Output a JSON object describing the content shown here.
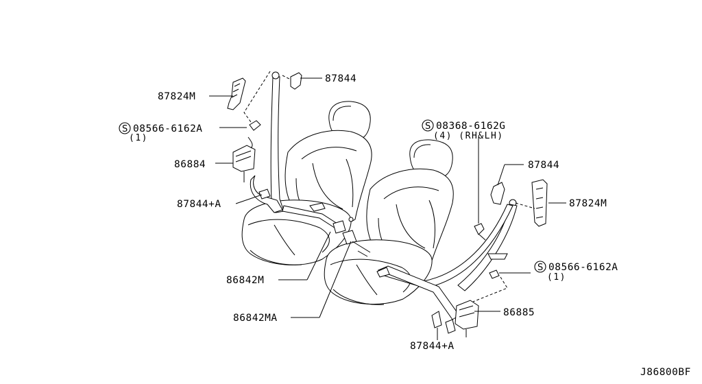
{
  "callouts": {
    "c1": "87824M",
    "c2": "87844",
    "c3": "08566-6162A",
    "c3_qty": "(1)",
    "c4": "86884",
    "c5": "87844+A",
    "c6": "86842M",
    "c7": "86842MA",
    "c8": "08368-6162G",
    "c8_qty": "(4) (RH&LH)",
    "c9": "87844",
    "c10": "87824M",
    "c11": "08566-6162A",
    "c11_qty": "(1)",
    "c12": "86885",
    "c13": "87844+A"
  },
  "standard_part_symbol": "S",
  "diagram_code": "J86800BF"
}
